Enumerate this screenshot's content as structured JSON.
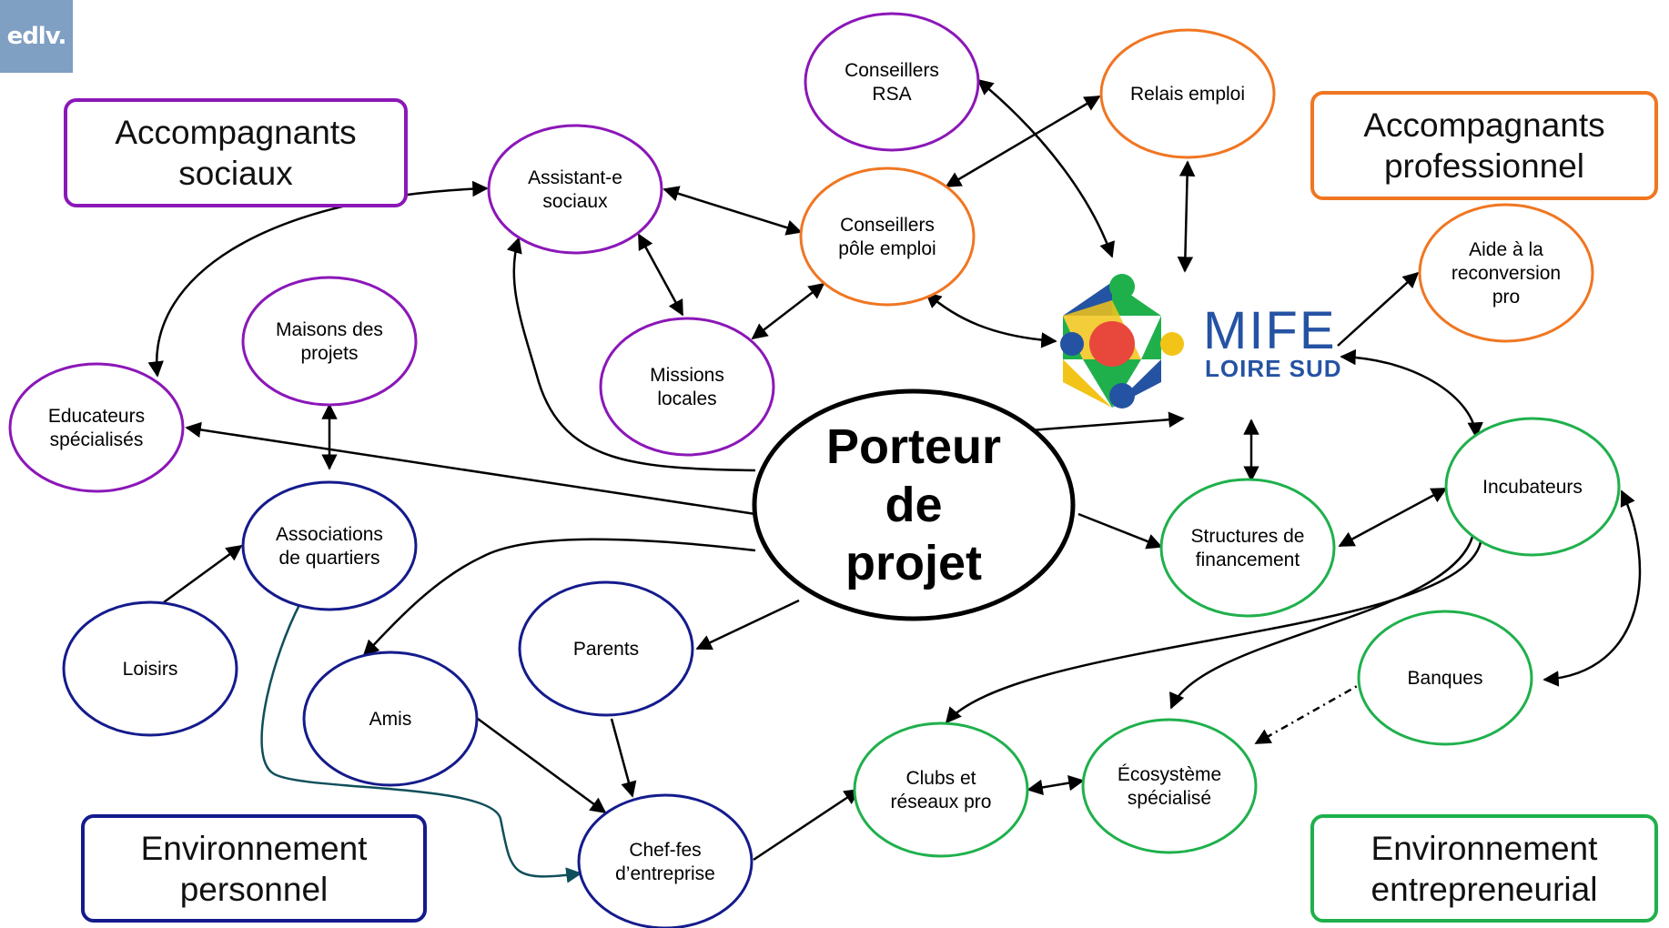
{
  "brand": {
    "badge": "edlv."
  },
  "center_label": "Porteur\nde\nprojet",
  "logo": {
    "line1": "MIFE",
    "line2": "LOIRE SUD"
  },
  "categories": [
    {
      "id": "accompagnants-sociaux",
      "label": "Accompagnants\nsociaux",
      "color": "#8b17b8"
    },
    {
      "id": "accompagnants-professionnel",
      "label": "Accompagnants\nprofessionnel",
      "color": "#f07622"
    },
    {
      "id": "environnement-personnel",
      "label": "Environnement\npersonnel",
      "color": "#141b8c"
    },
    {
      "id": "environnement-entrepreneurial",
      "label": "Environnement\nentrepreneurial",
      "color": "#1fb04c"
    }
  ],
  "nodes": [
    {
      "id": "conseillers-rsa",
      "label": "Conseillers\nRSA",
      "group": "accompagnants-sociaux"
    },
    {
      "id": "relais-emploi",
      "label": "Relais emploi",
      "group": "accompagnants-professionnel"
    },
    {
      "id": "assistants-sociaux",
      "label": "Assistant-e\nsociaux",
      "group": "accompagnants-sociaux"
    },
    {
      "id": "conseillers-pole-emploi",
      "label": "Conseillers\npôle emploi",
      "group": "accompagnants-professionnel"
    },
    {
      "id": "aide-reconversion",
      "label": "Aide à la\nreconversion\npro",
      "group": "accompagnants-professionnel"
    },
    {
      "id": "maisons-projets",
      "label": "Maisons des\nprojets",
      "group": "accompagnants-sociaux"
    },
    {
      "id": "missions-locales",
      "label": "Missions\nlocales",
      "group": "accompagnants-sociaux"
    },
    {
      "id": "educateurs",
      "label": "Educateurs\nspécialisés",
      "group": "accompagnants-sociaux"
    },
    {
      "id": "associations-quartiers",
      "label": "Associations\nde quartiers",
      "group": "environnement-personnel"
    },
    {
      "id": "structures-financement",
      "label": "Structures de\nfinancement",
      "group": "environnement-entrepreneurial"
    },
    {
      "id": "incubateurs",
      "label": "Incubateurs",
      "group": "environnement-entrepreneurial"
    },
    {
      "id": "loisirs",
      "label": "Loisirs",
      "group": "environnement-personnel"
    },
    {
      "id": "parents",
      "label": "Parents",
      "group": "environnement-personnel"
    },
    {
      "id": "amis",
      "label": "Amis",
      "group": "environnement-personnel"
    },
    {
      "id": "banques",
      "label": "Banques",
      "group": "environnement-entrepreneurial"
    },
    {
      "id": "clubs-reseaux",
      "label": "Clubs et\nréseaux pro",
      "group": "environnement-entrepreneurial"
    },
    {
      "id": "ecosysteme",
      "label": "Écosystème\nspécialisé",
      "group": "environnement-entrepreneurial"
    },
    {
      "id": "chef-entreprise",
      "label": "Chef-fes\nd’entreprise",
      "group": "environnement-personnel"
    }
  ],
  "edges": [
    {
      "from": "conseillers-rsa",
      "to": "mife",
      "style": "solid",
      "direction": "both"
    },
    {
      "from": "relais-emploi",
      "to": "conseillers-pole-emploi",
      "style": "solid",
      "direction": "both"
    },
    {
      "from": "relais-emploi",
      "to": "mife",
      "style": "solid",
      "direction": "both"
    },
    {
      "from": "assistants-sociaux",
      "to": "conseillers-pole-emploi",
      "style": "solid",
      "direction": "both"
    },
    {
      "from": "assistants-sociaux",
      "to": "missions-locales",
      "style": "solid",
      "direction": "both"
    },
    {
      "from": "missions-locales",
      "to": "conseillers-pole-emploi",
      "style": "solid",
      "direction": "both"
    },
    {
      "from": "conseillers-pole-emploi",
      "to": "mife",
      "style": "solid",
      "direction": "both"
    },
    {
      "from": "mife",
      "to": "aide-reconversion",
      "style": "solid",
      "direction": "forward"
    },
    {
      "from": "educateurs",
      "to": "assistants-sociaux",
      "style": "solid",
      "direction": "both"
    },
    {
      "from": "porteur",
      "to": "assistants-sociaux",
      "style": "solid",
      "direction": "forward"
    },
    {
      "from": "porteur",
      "to": "educateurs",
      "style": "solid",
      "direction": "forward"
    },
    {
      "from": "porteur",
      "to": "mife",
      "style": "solid",
      "direction": "forward"
    },
    {
      "from": "maisons-projets",
      "to": "associations-quartiers",
      "style": "solid",
      "direction": "both"
    },
    {
      "from": "loisirs",
      "to": "associations-quartiers",
      "style": "solid",
      "direction": "forward"
    },
    {
      "from": "porteur",
      "to": "structures-financement",
      "style": "solid",
      "direction": "forward"
    },
    {
      "from": "structures-financement",
      "to": "mife",
      "style": "solid",
      "direction": "both"
    },
    {
      "from": "mife",
      "to": "incubateurs",
      "style": "solid",
      "direction": "both"
    },
    {
      "from": "structures-financement",
      "to": "incubateurs",
      "style": "solid",
      "direction": "both"
    },
    {
      "from": "incubateurs",
      "to": "banques",
      "style": "solid",
      "direction": "both"
    },
    {
      "from": "incubateurs",
      "to": "ecosysteme",
      "style": "solid",
      "direction": "forward"
    },
    {
      "from": "incubateurs",
      "to": "clubs-reseaux",
      "style": "solid",
      "direction": "forward"
    },
    {
      "from": "banques",
      "to": "ecosysteme",
      "style": "dashed",
      "direction": "forward"
    },
    {
      "from": "clubs-reseaux",
      "to": "ecosysteme",
      "style": "solid",
      "direction": "both"
    },
    {
      "from": "porteur",
      "to": "parents",
      "style": "solid",
      "direction": "forward"
    },
    {
      "from": "porteur",
      "to": "amis",
      "style": "solid",
      "direction": "forward"
    },
    {
      "from": "parents",
      "to": "chef-entreprise",
      "style": "solid",
      "direction": "forward"
    },
    {
      "from": "amis",
      "to": "chef-entreprise",
      "style": "solid",
      "direction": "forward"
    },
    {
      "from": "associations-quartiers",
      "to": "chef-entreprise",
      "style": "solid",
      "direction": "forward"
    },
    {
      "from": "chef-entreprise",
      "to": "clubs-reseaux",
      "style": "solid",
      "direction": "forward"
    }
  ],
  "colors": {
    "sociaux": "#8b17b8",
    "professionnel": "#f07622",
    "personnel": "#141b8c",
    "entrepreneurial": "#1fb04c",
    "edge": "#000000",
    "edge_teal": "#0f4f5a"
  }
}
